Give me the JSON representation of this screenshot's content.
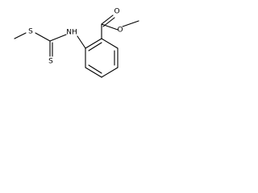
{
  "molecule": {
    "atoms": {
      "sulfur_methylthio": "S",
      "sulfur_thione": "S",
      "nitrogen": "NH",
      "oxygen_carbonyl": "O",
      "oxygen_ester": "O"
    }
  }
}
